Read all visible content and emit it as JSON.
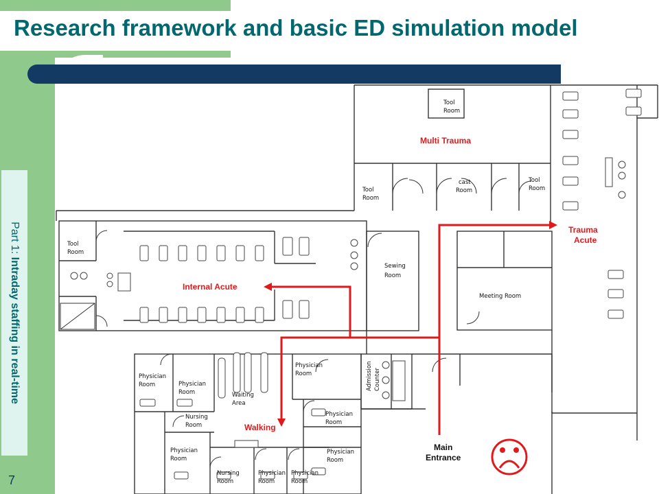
{
  "slide": {
    "title": "Research framework and basic ED simulation model",
    "side_label_prefix": "Part 1: ",
    "side_label_main": "Intraday staffing in real-time",
    "page_number": "7"
  },
  "floorplan": {
    "rooms": {
      "tool_room_top_line1": "Tool",
      "tool_room_top_line2": "Room",
      "tool_room_left_line1": "Tool",
      "tool_room_left_line2": "Room",
      "cast_room_line1": "cast",
      "cast_room_line2": "Room",
      "tool_room_right_line1": "Tool",
      "tool_room_right_line2": "Room",
      "tool_room_west_line1": "Tool",
      "tool_room_west_line2": "Room",
      "sewing_room_line1": "Sewing",
      "sewing_room_line2": "Room",
      "meeting_room": "Meeting Room",
      "physician_room_1_line1": "Physician",
      "physician_room_1_line2": "Room",
      "physician_room_2_line1": "Physician",
      "physician_room_2_line2": "Room",
      "physician_room_3_line1": "Physician",
      "physician_room_3_line2": "Room",
      "physician_room_4_line1": "Physician",
      "physician_room_4_line2": "Room",
      "physician_room_5_line1": "Physician",
      "physician_room_5_line2": "Room",
      "physician_room_6_line1": "Physician",
      "physician_room_6_line2": "Room",
      "physician_room_7_line1": "Physician",
      "physician_room_7_line2": "Room",
      "physician_room_8_line1": "Physician",
      "physician_room_8_line2": "Room",
      "nursing_room_1_line1": "Nursing",
      "nursing_room_1_line2": "Room",
      "nursing_room_2_line1": "Nursing",
      "nursing_room_2_line2": "Room",
      "waiting_area_line1": "Waiting",
      "waiting_area_line2": "Area",
      "admission_counter_line1": "Admission",
      "admission_counter_line2": "Counter"
    },
    "zones": {
      "multi_trauma": "Multi Trauma",
      "trauma_acute_line1": "Trauma",
      "trauma_acute_line2": "Acute",
      "internal_acute": "Internal Acute",
      "walking": "Walking"
    },
    "entrance": {
      "line1": "Main",
      "line2": "Entrance"
    },
    "colors": {
      "path": "#e0191b",
      "walls": "#333333"
    },
    "icons": [
      "sad-face-icon",
      "bed-icon",
      "door-swing-icon",
      "sink-icon",
      "chair-icon"
    ]
  }
}
